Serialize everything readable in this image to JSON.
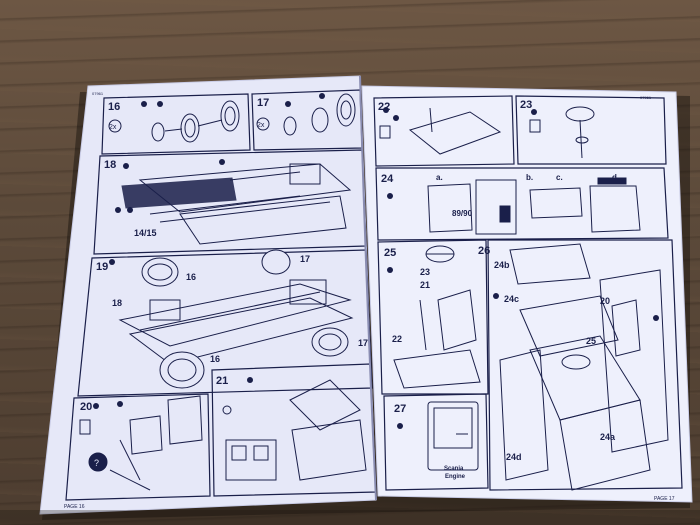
{
  "booklet": {
    "left_page": {
      "kit_number": "07961",
      "footer": "PAGE 16",
      "steps": [
        "16",
        "17",
        "18",
        "19",
        "20",
        "21"
      ],
      "callouts": {
        "step16": "2x",
        "step17": "2x",
        "step18_part": "14/15",
        "step19_part_a": "16",
        "step19_part_b": "17",
        "step19_part_c": "18",
        "step19_part_d": "16",
        "step19_part_e": "17"
      }
    },
    "right_page": {
      "kit_number": "07961",
      "footer": "PAGE 17",
      "steps": [
        "22",
        "23",
        "24",
        "25",
        "26",
        "27"
      ],
      "callouts": {
        "step24_a": "a.",
        "step24_b": "b.",
        "step24_c": "c.",
        "step24_d": "d.",
        "step24_parts": "89/90",
        "step25_a": "23",
        "step25_b": "21",
        "step25_c": "22",
        "step26_a": "24b",
        "step26_b": "24c",
        "step26_c": "20",
        "step26_d": "25",
        "step26_e": "24a",
        "step26_f": "24d",
        "step27_label_1": "Scania",
        "step27_label_2": "Engine"
      }
    }
  },
  "colors": {
    "paper": "#eceefb",
    "ink": "#1a1f4a",
    "wood": "#5c4a3a"
  }
}
